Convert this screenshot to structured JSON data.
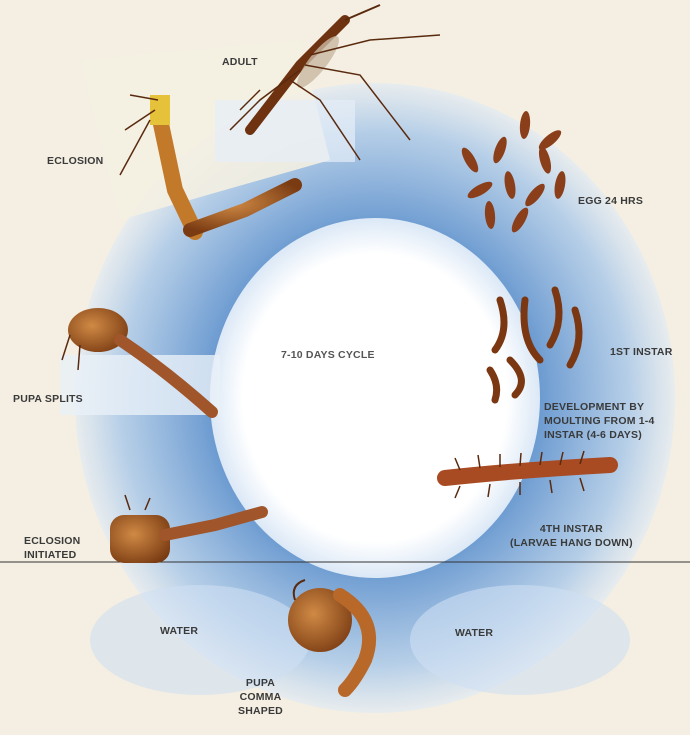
{
  "diagram": {
    "center_label": "7-10 DAYS CYCLE",
    "stages": {
      "adult": "ADULT",
      "egg": "EGG 24 HRS",
      "first_instar": "1ST INSTAR",
      "development": [
        "DEVELOPMENT BY",
        "MOULTING FROM 1-4",
        "INSTAR (4-6 DAYS)"
      ],
      "fourth_instar": [
        "4TH INSTAR",
        "(LARVAE HANG DOWN)"
      ],
      "water_right": "WATER",
      "pupa": [
        "PUPA",
        "COMMA",
        "SHAPED"
      ],
      "water_left": "WATER",
      "eclosion_initiated": [
        "ECLOSION",
        "INITIATED"
      ],
      "pupa_splits": "PUPA SPLITS",
      "eclosion": "ECLOSION"
    }
  },
  "colors": {
    "background": "#f4efe2",
    "water_blue": "#6b9ed6",
    "insect_brown": "#9a4f1e",
    "label_text": "#3a3a3a"
  }
}
